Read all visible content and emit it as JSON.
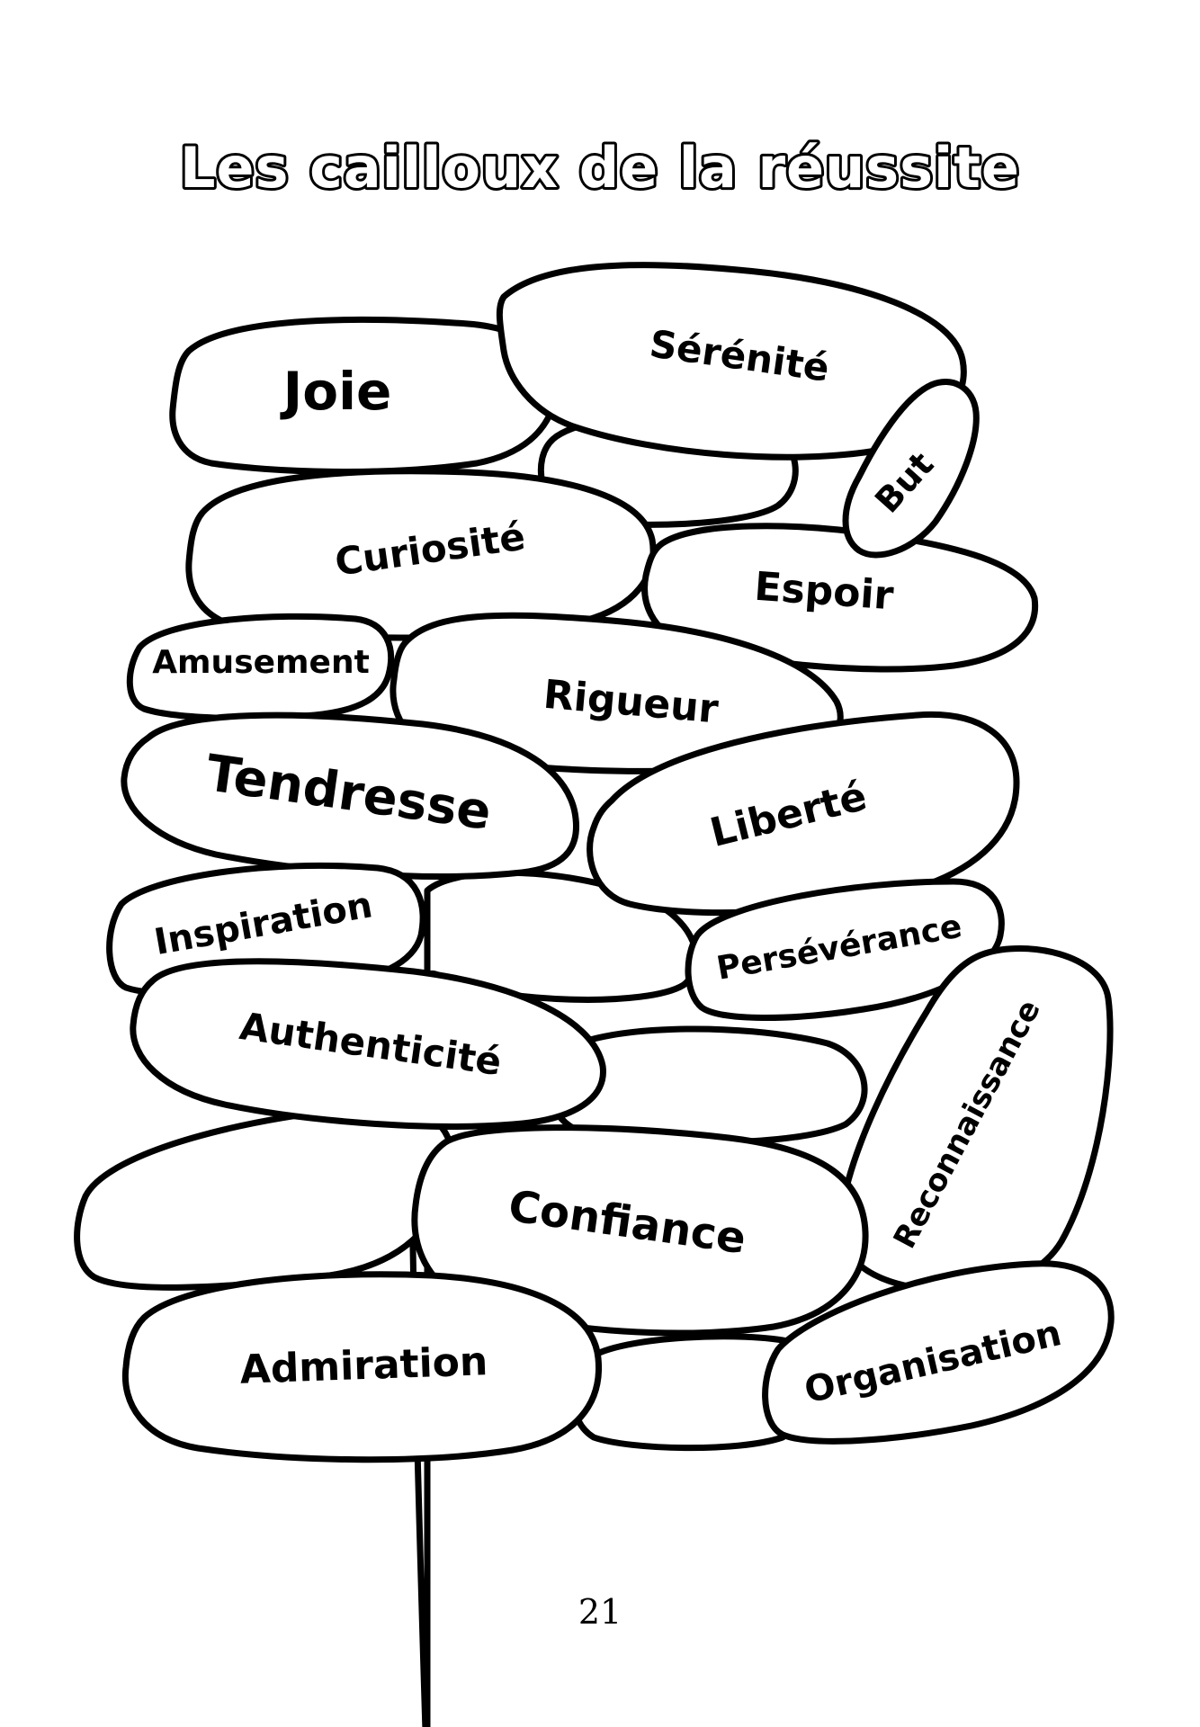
{
  "title": "Les cailloux de la réussite",
  "page_number": "21",
  "stones": {
    "joie": "Joie",
    "serenite": "Sérénité",
    "but": "But",
    "curiosite": "Curiosité",
    "espoir": "Espoir",
    "amusement": "Amusement",
    "rigueur": "Rigueur",
    "tendresse": "Tendresse",
    "liberte": "Liberté",
    "inspiration": "Inspiration",
    "perseverance": "Persévérance",
    "authenticite": "Authenticité",
    "reconnaissance": "Reconnaissance",
    "confiance": "Confiance",
    "admiration": "Admiration",
    "organisation": "Organisation"
  }
}
